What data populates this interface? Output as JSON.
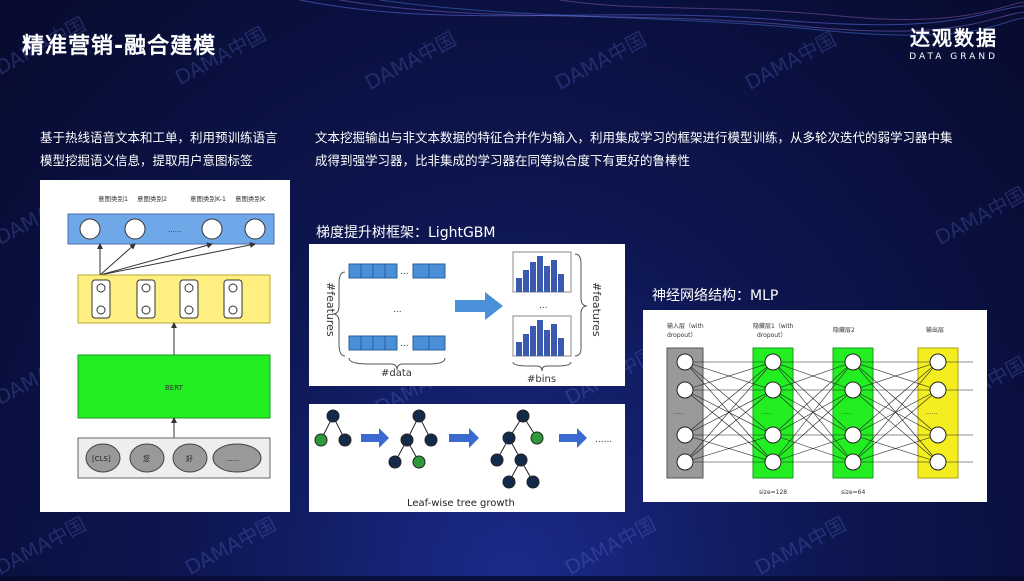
{
  "header": {
    "title": "精准营销-融合建模",
    "brand_cn": "达观数据",
    "brand_en": "DATA GRAND"
  },
  "left_text": [
    "基于热线语音文本和工单，利用预训练语言",
    "模型挖掘语义信息，提取用户意图标签"
  ],
  "right_text": [
    "文本挖掘输出与非文本数据的特征合并作为输入，利用集成学习的框架进行模型训练，从多轮次迭代的弱学习器中集",
    "成得到强学习器，比非集成的学习器在同等拟合度下有更好的鲁棒性"
  ],
  "lightgbm_title": "梯度提升树框架：LightGBM",
  "mlp_title": "神经网络结构：MLP",
  "bert_diagram": {
    "intent_labels": [
      "意图类别1",
      "意图类别2",
      "意图类别K-1",
      "意图类别K"
    ],
    "bert_label": "BERT",
    "tokens": [
      "[CLS]",
      "您",
      "好",
      "......"
    ],
    "dots": "......"
  },
  "lightgbm_diagram": {
    "features_label": "#features",
    "data_label": "#data",
    "bins_label": "#bins",
    "dots": "..."
  },
  "leafwise_diagram": {
    "caption": "Leaf-wise tree growth",
    "dots": "......"
  },
  "mlp_diagram": {
    "input_layer": "输入层（with",
    "input_layer2": "dropout）",
    "hidden1": "隐藏层1（with",
    "hidden1b": "dropout）",
    "hidden2": "隐藏层2",
    "output": "输出层",
    "size1": "size=128",
    "size2": "size=64",
    "dots": "......"
  },
  "watermark": "DAMA中国"
}
